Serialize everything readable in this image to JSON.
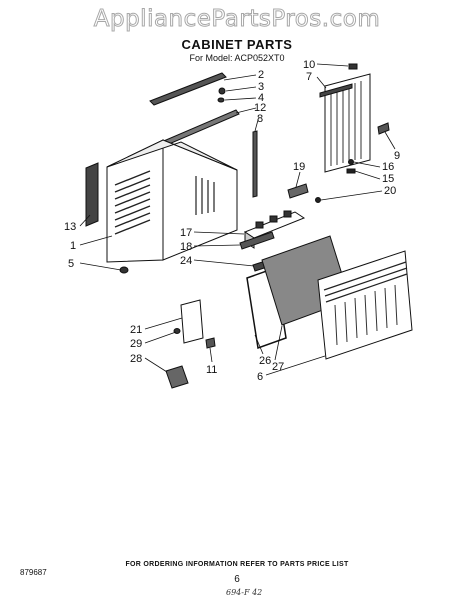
{
  "watermark": "AppliancePartsPros.com",
  "title": "CABINET PARTS",
  "subtitle": "For Model: ACP052XT0",
  "callouts": [
    "2",
    "3",
    "4",
    "12",
    "8",
    "10",
    "7",
    "9",
    "16",
    "15",
    "19",
    "20",
    "13",
    "1",
    "5",
    "17",
    "18",
    "24",
    "21",
    "29",
    "28",
    "11",
    "26",
    "27",
    "6"
  ],
  "footer": {
    "ordering_note": "FOR ORDERING INFORMATION REFER TO PARTS PRICE LIST",
    "catalog_number": "879687",
    "page_number": "6",
    "handwritten_mark": "694-F 42"
  }
}
